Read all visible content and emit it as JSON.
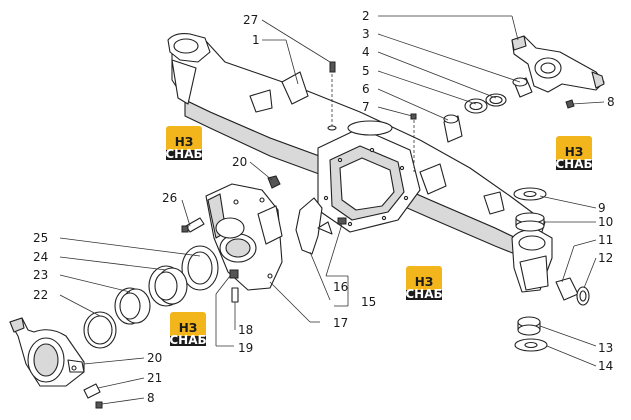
{
  "callouts": [
    {
      "id": "c27",
      "label": "27"
    },
    {
      "id": "c1",
      "label": "1"
    },
    {
      "id": "c2",
      "label": "2"
    },
    {
      "id": "c3",
      "label": "3"
    },
    {
      "id": "c4",
      "label": "4"
    },
    {
      "id": "c5",
      "label": "5"
    },
    {
      "id": "c6",
      "label": "6"
    },
    {
      "id": "c7",
      "label": "7"
    },
    {
      "id": "c8a",
      "label": "8"
    },
    {
      "id": "c20a",
      "label": "20"
    },
    {
      "id": "c26",
      "label": "26"
    },
    {
      "id": "c9",
      "label": "9"
    },
    {
      "id": "c10",
      "label": "10"
    },
    {
      "id": "c11",
      "label": "11"
    },
    {
      "id": "c12",
      "label": "12"
    },
    {
      "id": "c25",
      "label": "25"
    },
    {
      "id": "c24",
      "label": "24"
    },
    {
      "id": "c23",
      "label": "23"
    },
    {
      "id": "c22",
      "label": "22"
    },
    {
      "id": "c16",
      "label": "16"
    },
    {
      "id": "c15",
      "label": "15"
    },
    {
      "id": "c17",
      "label": "17"
    },
    {
      "id": "c18",
      "label": "18"
    },
    {
      "id": "c19",
      "label": "19"
    },
    {
      "id": "c20b",
      "label": "20"
    },
    {
      "id": "c21",
      "label": "21"
    },
    {
      "id": "c8b",
      "label": "8"
    },
    {
      "id": "c13",
      "label": "13"
    },
    {
      "id": "c14",
      "label": "14"
    }
  ],
  "watermark": {
    "glyph": "НЗ",
    "caption": "СНАБ",
    "colors": {
      "gold": "#f2b51c",
      "dark": "#1b1b1b",
      "light": "#ffffff"
    }
  }
}
